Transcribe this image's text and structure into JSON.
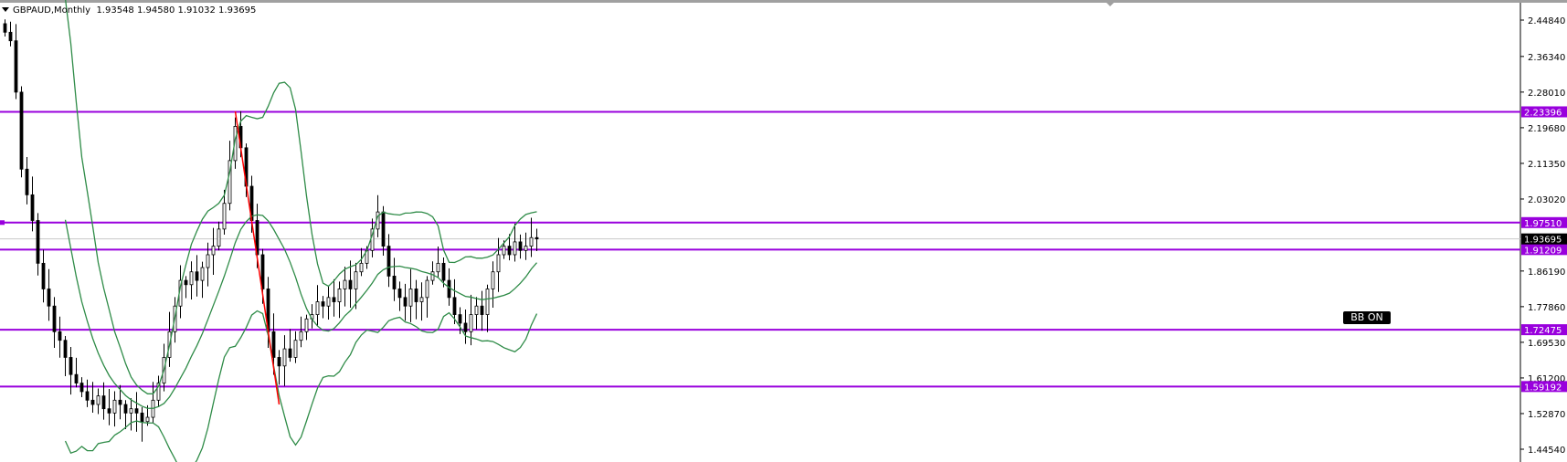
{
  "header": {
    "symbol": "GBPAUD,Monthly",
    "ohlc": "1.93548 1.94580 1.91032 1.93695"
  },
  "bb_button": {
    "label": "BB ON"
  },
  "colors": {
    "level_line": "#9900dd",
    "bands": "#2e8b47",
    "trendline": "#ff0000",
    "candle": "#000000"
  },
  "chart_data": {
    "type": "candlestick",
    "title": "GBPAUD,Monthly",
    "ylim": [
      1.4454,
      2.4484
    ],
    "yticks": [
      "2.44840",
      "2.36340",
      "2.28010",
      "2.19680",
      "2.11350",
      "2.03020",
      "1.86190",
      "1.77860",
      "1.69530",
      "1.61200",
      "1.52870",
      "1.44540"
    ],
    "closes": [
      2.42,
      2.4,
      2.28,
      2.1,
      2.04,
      1.98,
      1.88,
      1.82,
      1.78,
      1.72,
      1.7,
      1.66,
      1.62,
      1.6,
      1.58,
      1.56,
      1.55,
      1.57,
      1.54,
      1.53,
      1.56,
      1.55,
      1.53,
      1.54,
      1.53,
      1.51,
      1.52,
      1.56,
      1.6,
      1.66,
      1.72,
      1.78,
      1.84,
      1.83,
      1.86,
      1.84,
      1.87,
      1.9,
      1.92,
      1.96,
      2.02,
      2.12,
      2.2,
      2.15,
      2.06,
      1.98,
      1.9,
      1.82,
      1.72,
      1.66,
      1.64,
      1.68,
      1.66,
      1.7,
      1.72,
      1.75,
      1.76,
      1.79,
      1.78,
      1.8,
      1.79,
      1.82,
      1.84,
      1.82,
      1.86,
      1.88,
      1.91,
      1.96,
      2.0,
      1.92,
      1.85,
      1.82,
      1.8,
      1.78,
      1.82,
      1.79,
      1.8,
      1.84,
      1.86,
      1.88,
      1.84,
      1.8,
      1.76,
      1.74,
      1.72,
      1.76,
      1.78,
      1.76,
      1.82,
      1.86,
      1.9,
      1.92,
      1.9,
      1.93,
      1.91,
      1.92,
      1.94,
      1.93695
    ],
    "bollinger": {
      "period": 12,
      "deviations": 2
    },
    "levels": [
      {
        "value": 2.23396,
        "label": "2.23396"
      },
      {
        "value": 1.9751,
        "label": "1.97510"
      },
      {
        "value": 1.91209,
        "label": "1.91209"
      },
      {
        "value": 1.72475,
        "label": "1.72475"
      },
      {
        "value": 1.59192,
        "label": "1.59192"
      }
    ],
    "current_price": {
      "value": 1.93695,
      "label": "1.93695"
    },
    "trendline": {
      "from": 2.235,
      "to": 1.55
    }
  }
}
